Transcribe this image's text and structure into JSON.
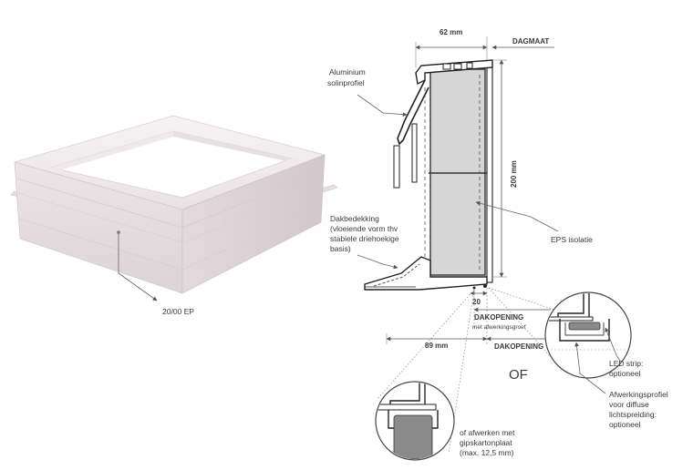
{
  "product_label": "20/00 EP",
  "section": {
    "width_label": "62 mm",
    "dagmaat_label": "DAGMAAT",
    "height_label": "200 mm",
    "alu_label": [
      "Aluminium",
      "solinprofiel"
    ],
    "roof_label": [
      "Dakbedekking",
      "(vloeiende vorm thv",
      "stabiele driehoekige",
      "basis)"
    ],
    "eps_label": "EPS isolatie",
    "gap_label": "20",
    "opening_label": "DAKOPENING",
    "opening_sub_label": "met afwerkingsgroef",
    "offset_label": "89 mm",
    "opening_label_2": "DAKOPENING"
  },
  "or_label": "OF",
  "detail_right": {
    "led_label": [
      "LED strip:",
      "optioneel"
    ],
    "finish_label": [
      "Afwerkingsprofiel",
      "voor diffuse",
      "lichtspreiding:",
      "optioneel"
    ]
  },
  "detail_bottom": {
    "gypsum_label": [
      "of afwerken met",
      "gipskartonplaat",
      "(max. 12,5 mm)"
    ]
  }
}
